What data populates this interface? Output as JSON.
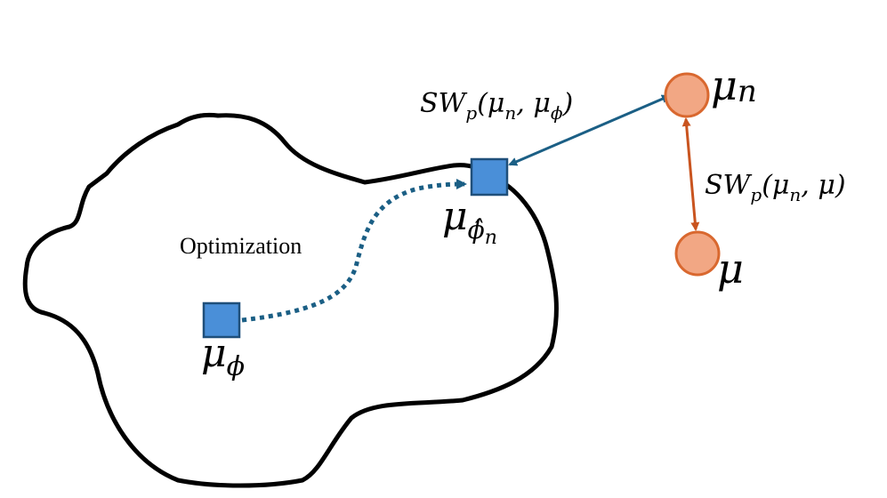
{
  "nodes": {
    "mu_phi": {
      "label_base": "μ",
      "label_sub": "ϕ"
    },
    "mu_phi_hat": {
      "label_base": "μ",
      "label_sub": "ϕ̂",
      "label_subsub": "n"
    },
    "mu_n": {
      "label_base": "μ",
      "label_sub": "n"
    },
    "mu": {
      "label_base": "μ"
    }
  },
  "edges": {
    "optimization": {
      "label": "Optimization"
    },
    "sw_estimate": {
      "label_pre": "SW",
      "label_p": "p",
      "label_args_open": "(μ",
      "label_arg1_sub": "n",
      "label_mid": ", μ",
      "label_arg2_sub": "ϕ",
      "label_close": ")"
    },
    "sw_empirical": {
      "label_pre": "SW",
      "label_p": "p",
      "label_args_open": "(μ",
      "label_arg1_sub": "n",
      "label_mid": ", μ)"
    }
  },
  "colors": {
    "outline": "#000000",
    "square_fill": "#4a8fd8",
    "square_stroke": "#1f4f7a",
    "circle_fill": "#f2a784",
    "circle_stroke": "#d9682f",
    "blue_arrow": "#1b5f85",
    "orange_arrow": "#c9541f"
  }
}
